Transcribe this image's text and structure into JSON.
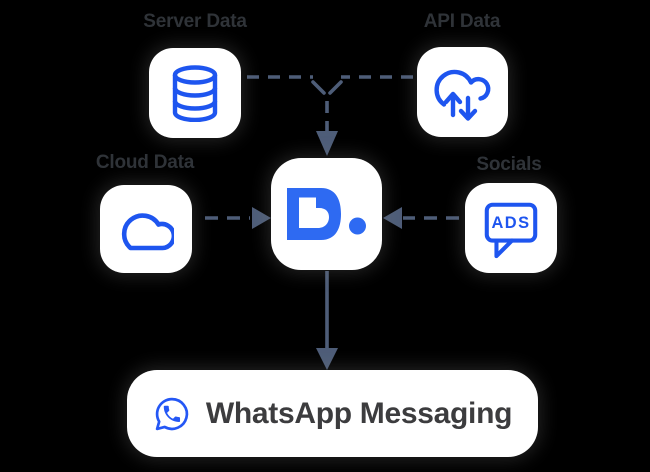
{
  "colors": {
    "background": "#000000",
    "box_fill": "#FFFFFF",
    "icon_blue": "#1E55EF",
    "logo_blue": "#2E6AF2",
    "whatsapp_blue": "#2457F5",
    "arrow": "#4E5D78",
    "label_text": "#2F3338",
    "whatsapp_text": "#3C3C3E"
  },
  "nodes": {
    "server": {
      "label": "Server Data",
      "icon": "database-icon"
    },
    "api": {
      "label": "API Data",
      "icon": "cloud-sync-icon"
    },
    "cloud": {
      "label": "Cloud Data",
      "icon": "cloud-icon"
    },
    "socials": {
      "label": "Socials",
      "icon": "ads-speech-bubble-icon",
      "bubble_text": "ADS"
    },
    "hub": {
      "icon": "d-dot-logo"
    },
    "whatsapp": {
      "label": "WhatsApp Messaging",
      "icon": "whatsapp-icon"
    }
  },
  "edges": [
    {
      "from": "Server Data",
      "to": "hub",
      "style": "dashed"
    },
    {
      "from": "API Data",
      "to": "hub",
      "style": "dashed"
    },
    {
      "from": "Cloud Data",
      "to": "hub",
      "style": "dashed"
    },
    {
      "from": "Socials",
      "to": "hub",
      "style": "dashed"
    },
    {
      "from": "hub",
      "to": "WhatsApp Messaging",
      "style": "solid"
    }
  ]
}
